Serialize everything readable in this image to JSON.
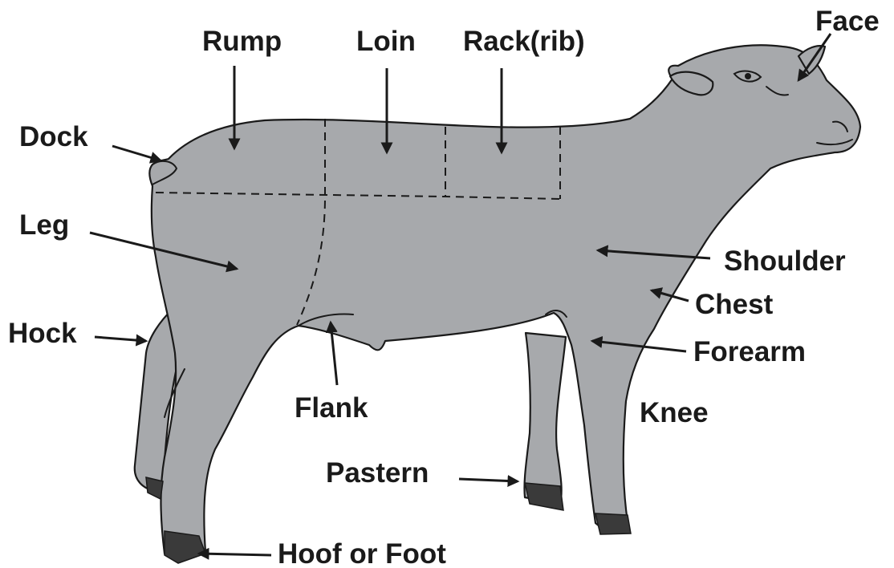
{
  "labels": {
    "rump": "Rump",
    "loin": "Loin",
    "rack": "Rack(rib)",
    "face": "Face",
    "dock": "Dock",
    "leg": "Leg",
    "shoulder": "Shoulder",
    "chest": "Chest",
    "hock": "Hock",
    "forearm": "Forearm",
    "flank": "Flank",
    "knee": "Knee",
    "pastern": "Pastern",
    "hoof": "Hoof or Foot"
  },
  "colors": {
    "body": "#a7a9ac",
    "outline": "#1a1a1a",
    "text": "#1a1a1a",
    "background": "#ffffff"
  }
}
